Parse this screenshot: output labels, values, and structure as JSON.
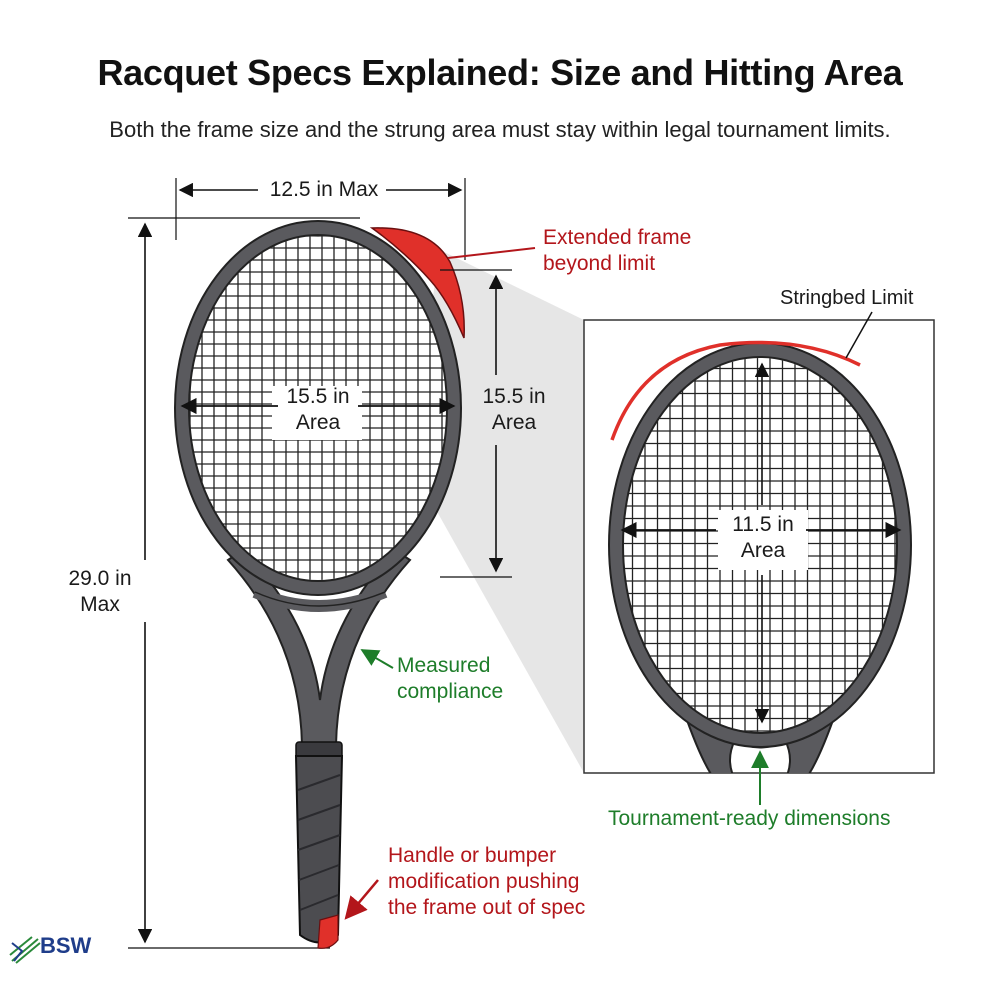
{
  "title": "Racquet Specs Explained: Size and Hitting Area",
  "subtitle": "Both the frame size and the strung area must stay within legal tournament limits.",
  "labels": {
    "width_max": "12.5 in Max",
    "length_max_line1": "29.0 in",
    "length_max_line2": "Max",
    "head_width_line1": "15.5 in",
    "head_width_line2": "Area",
    "head_height_line1": "15.5 in",
    "head_height_line2": "Area",
    "extended_frame_line1": "Extended frame",
    "extended_frame_line2": "beyond limit",
    "measured_line1": "Measured",
    "measured_line2": "compliance",
    "handle_line1": "Handle or bumper",
    "handle_line2": "modification pushing",
    "handle_line3": "the frame out of spec",
    "stringbed_limit": "Stringbed Limit",
    "inset_area_line1": "11.5 in",
    "inset_area_line2": "Area",
    "tournament_ready": "Tournament-ready dimensions"
  },
  "logo": {
    "text": "BSW"
  },
  "colors": {
    "frame": "#5a5a5e",
    "frame_dark": "#2a2a2e",
    "red": "#b3161b",
    "highlight_red": "#e0302a",
    "green": "#1e7d2a"
  }
}
